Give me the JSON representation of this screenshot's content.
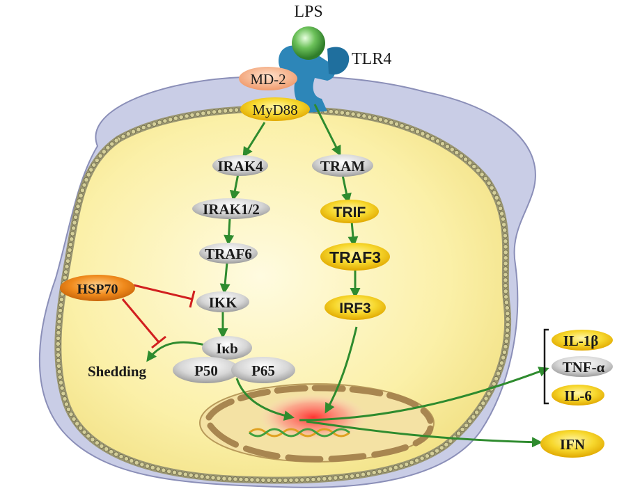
{
  "receptor": {
    "ligand": "LPS",
    "receptor": "TLR4",
    "coreceptor": "MD-2",
    "adaptor": "MyD88"
  },
  "myd88_pathway": [
    "IRAK4",
    "IRAK1/2",
    "TRAF6",
    "IKK",
    "Iκb",
    "P50",
    "P65"
  ],
  "trif_pathway": [
    "TRAM",
    "TRIF",
    "TRAF3",
    "IRF3"
  ],
  "inhibitor": "HSP70",
  "shedding": "Shedding",
  "cytokines": [
    "IL-1β",
    "TNF-α",
    "IL-6"
  ],
  "ifn": "IFN",
  "colors": {
    "cytoplasm": "#fbf3b8",
    "membrane_outer": "#c9cde6",
    "membrane_bead": "#d4cf9a",
    "activation_arrow": "#2e8b2e",
    "inhibition": "#d11f1f",
    "yellow_node": "#f2c614",
    "grey_node": "#c9c9c9",
    "hsp70_node": "#f08a1c",
    "md2_node": "#f2a57a",
    "tlr4": "#2d86b8",
    "ligand": "#59b04e"
  }
}
